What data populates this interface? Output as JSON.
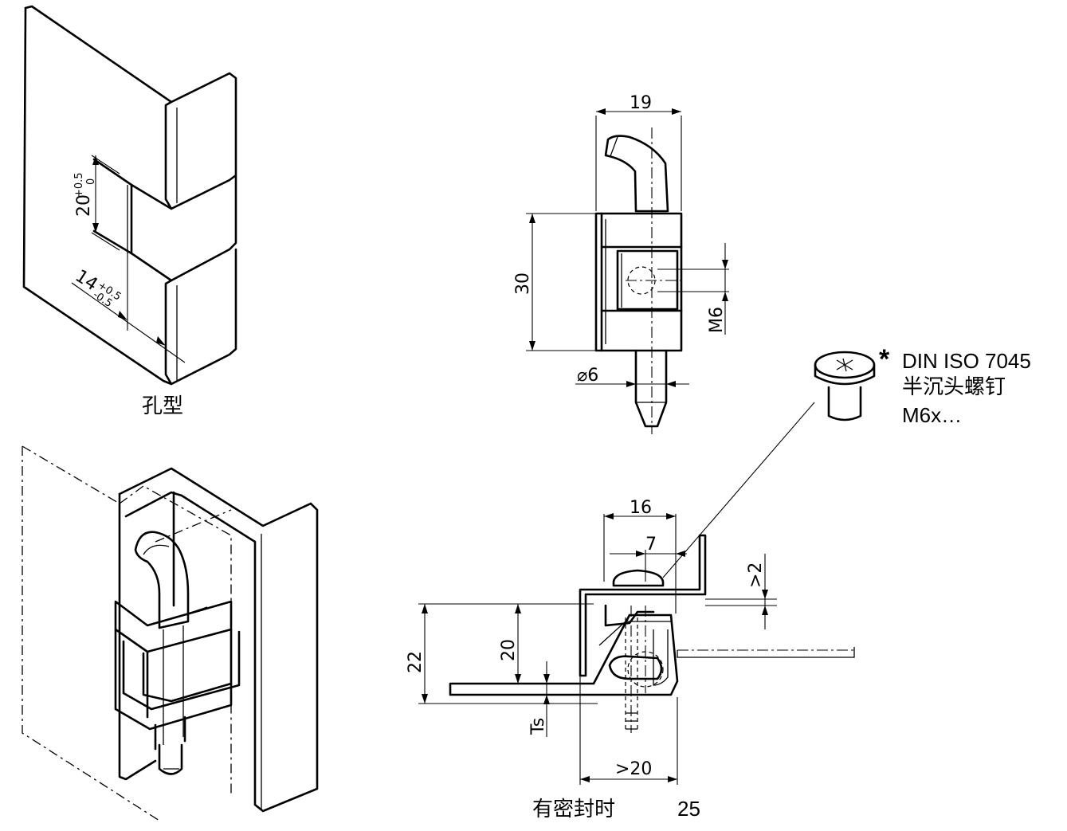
{
  "labels": {
    "hole_type": "孔型",
    "with_seal": "有密封时",
    "with_seal_value": "25",
    "screw_asterisk": "*",
    "screw_line1": "DIN ISO 7045",
    "screw_line2": "半沉头螺钉",
    "screw_line3": "M6x…"
  },
  "dimensions": {
    "cutout_height": "20",
    "cutout_height_tol_upper": "+0.5",
    "cutout_height_tol_lower": "0",
    "cutout_depth": "14",
    "cutout_depth_tol_upper": "+0.5",
    "cutout_depth_tol_lower": "-0.5",
    "width": "19",
    "height": "30",
    "thread": "M6",
    "pin_diameter": "⌀6",
    "top_width": "16",
    "top_offset": "7",
    "top_gap": ">2",
    "total_height": "22",
    "inner_height": "20",
    "sheet_thickness": "Ts",
    "bottom_width": ">20"
  }
}
